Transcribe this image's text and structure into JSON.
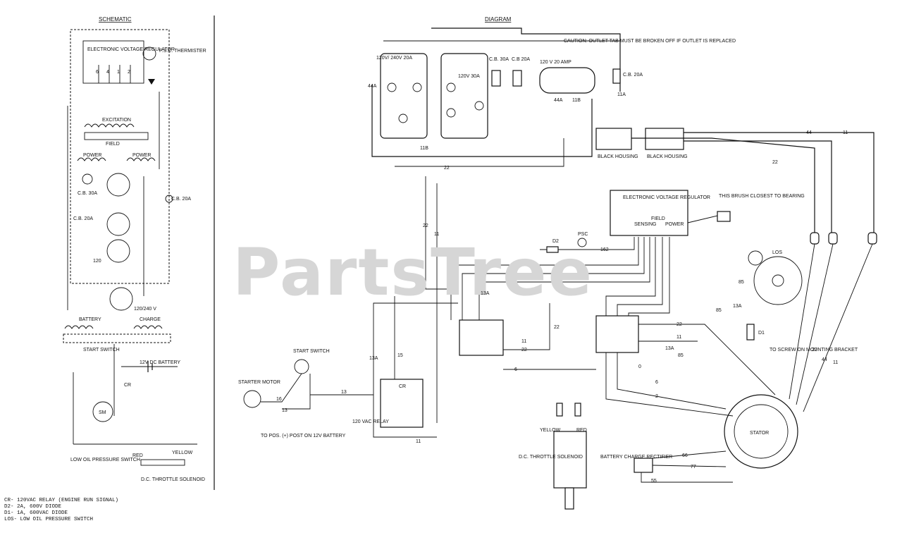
{
  "headers": {
    "schematic": "SCHEMATIC",
    "diagram": "DIAGRAM"
  },
  "watermark": "PartsTree",
  "schematic": {
    "evr": "ELECTRONIC VOLTAGE REGULATOR",
    "thermister": "P.S.C. THERMISTER",
    "excitation": "EXCITATION",
    "field": "FIELD",
    "power": "POWER",
    "battery": "BATTERY",
    "charge": "CHARGE",
    "start_switch": "START SWITCH",
    "battery_12v": "12V DC BATTERY",
    "low_oil": "LOW OIL PRESSURE SWITCH",
    "dc_throttle": "D.C. THROTTLE SOLENOID",
    "red": "RED",
    "yellow": "YELLOW",
    "cb_20a": "C.B. 20A",
    "cb_30a": "C.B. 30A",
    "v120_240": "120/240 V",
    "v120": "120",
    "sm": "SM",
    "cr": "CR"
  },
  "legend": [
    "CR- 120VAC RELAY (ENGINE RUN SIGNAL)",
    "D2- 2A, 600V DIODE",
    "D1- 1A, 600VAC DIODE",
    "LOS- LOW OIL PRESSURE SWITCH"
  ],
  "diagram": {
    "outlet1": "120V/ 240V 20A",
    "outlet2": "120V 30A",
    "cb30": "C.B. 30A",
    "cb20a": "C.B 20A",
    "v120_20": "120 V 20 AMP",
    "caution": "CAUTION: OUTLET TAB MUST BE BROKEN OFF IF OUTLET IS REPLACED",
    "cb20b": "C.B. 20A",
    "black_housing_1": "BLACK HOUSING",
    "black_housing_2": "BLACK HOUSING",
    "evr": "ELECTRONIC VOLTAGE REGULATOR",
    "brush": "THIS BRUSH CLOSEST TO BEARING",
    "evr_pins": [
      "SENSING",
      "FIELD",
      "POWER"
    ],
    "los": "LOS",
    "d1": "D1",
    "d2": "D2",
    "psc": "PSC",
    "screw": "TO SCREW ON MOUNTING BRACKET",
    "stator": "STATOR",
    "start_switch": "START SWITCH",
    "starter_motor": "STARTER MOTOR",
    "to_pos": "TO POS. (+) POST ON 12V BATTERY",
    "relay": "120 VAC RELAY",
    "cr": "CR",
    "yellow": "YELLOW",
    "red": "RED",
    "dc_throttle": "D.C. THROTTLE SOLENOID",
    "rectifier": "BATTERY CHARGE RECTIFIER"
  },
  "wire_numbers": {
    "w2": "2",
    "w4": "4",
    "w6": "6",
    "w11": "11",
    "w11a": "11A",
    "w11b": "11B",
    "w13": "13",
    "w13a": "13A",
    "w15": "15",
    "w16": "16",
    "w22": "22",
    "w44": "44",
    "w44a": "44A",
    "w55": "55",
    "w66": "66",
    "w77": "77",
    "w85": "85",
    "w0": "0",
    "w162": "162",
    "w1": "1"
  }
}
